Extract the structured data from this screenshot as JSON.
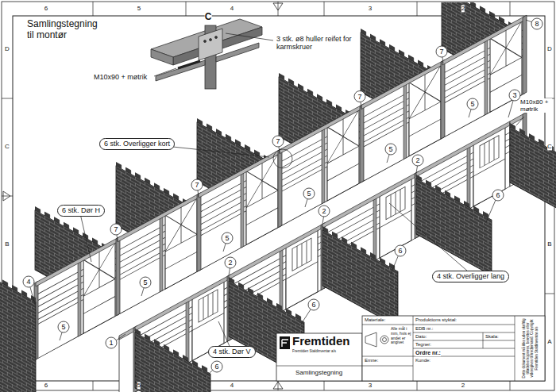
{
  "diagram": {
    "title": "Samlingstegning til montør",
    "nodes": [
      {
        "text": [
          "6 stk. Overligger kort"
        ]
      },
      {
        "text": [
          "6 stk. Dør H"
        ]
      },
      {
        "text": [
          "4 stk. Dør V"
        ]
      },
      {
        "text": [
          "4 stk. Overligger lang"
        ]
      }
    ],
    "labels": [
      "C",
      "M10x90 + møtrik",
      "3 stk. ø8 huller reifet for karmskruer",
      "8",
      "7",
      "M10x80 + møtrik",
      "3",
      "5",
      "7",
      "7",
      "5",
      "2",
      "7",
      "5",
      "6",
      "2",
      "5",
      "7",
      "6",
      "2",
      "5",
      "4",
      "6",
      "5",
      "1",
      "6",
      "6",
      "5",
      "4",
      "3",
      "2",
      "6",
      "5",
      "4",
      "3",
      "2",
      "D",
      "C",
      "B",
      "D",
      "C",
      "B",
      "A",
      "Materiale:",
      "Produktions styktal:",
      "EDB nr.:",
      "Dato:",
      "Skala:",
      "Tegner:",
      "Ordre nr.:",
      "Alle mål i mm, hvis ej andet er angivet",
      "Emne:",
      "Kunde:",
      "Fremtiden",
      "Fremtiden Staldinventar a/s",
      "Samlingstegning",
      "Dette dokument må ikke uden skriftlig tilladelse kopieres, benyttes eller videregives til tredjemand. Copyright Fremtiden Staldinventar a/s"
    ]
  }
}
